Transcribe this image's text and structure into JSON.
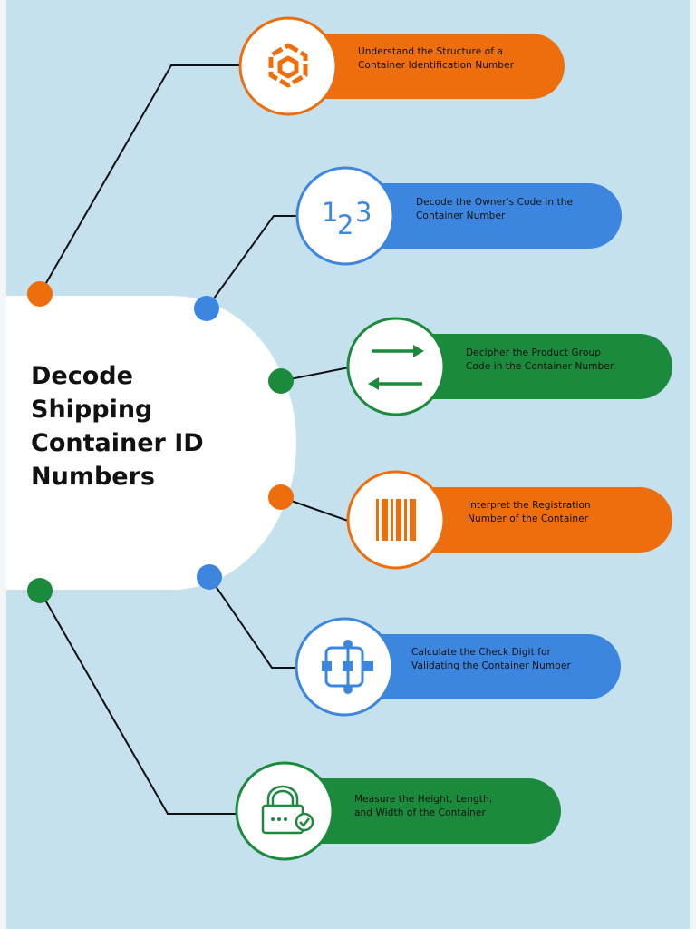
{
  "title": "Decode\nShipping\nContainer ID\nNumbers",
  "colors": {
    "background": "#c4e1ed",
    "orange": "#ee6d0c",
    "blue": "#3c86df",
    "green": "#1c8a3c",
    "white": "#ffffff",
    "line": "#111111"
  },
  "steps": [
    {
      "label": "Understand the Structure of a\nContainer Identification Number",
      "color": "orange",
      "icon": "cube-icon"
    },
    {
      "label": "Decode the Owner's Code in the\nContainer Number",
      "color": "blue",
      "icon": "numbers-123-icon"
    },
    {
      "label": "Decipher the Product Group\nCode in the Container Number",
      "color": "green",
      "icon": "swap-arrows-icon"
    },
    {
      "label": "Interpret the Registration\nNumber of the Container",
      "color": "orange",
      "icon": "barcode-icon"
    },
    {
      "label": "Calculate the Check Digit for\nValidating the Container Number",
      "color": "blue",
      "icon": "flowchart-icon"
    },
    {
      "label": "Measure the Height, Length,\nand Width of the Container",
      "color": "green",
      "icon": "secure-container-icon"
    }
  ]
}
